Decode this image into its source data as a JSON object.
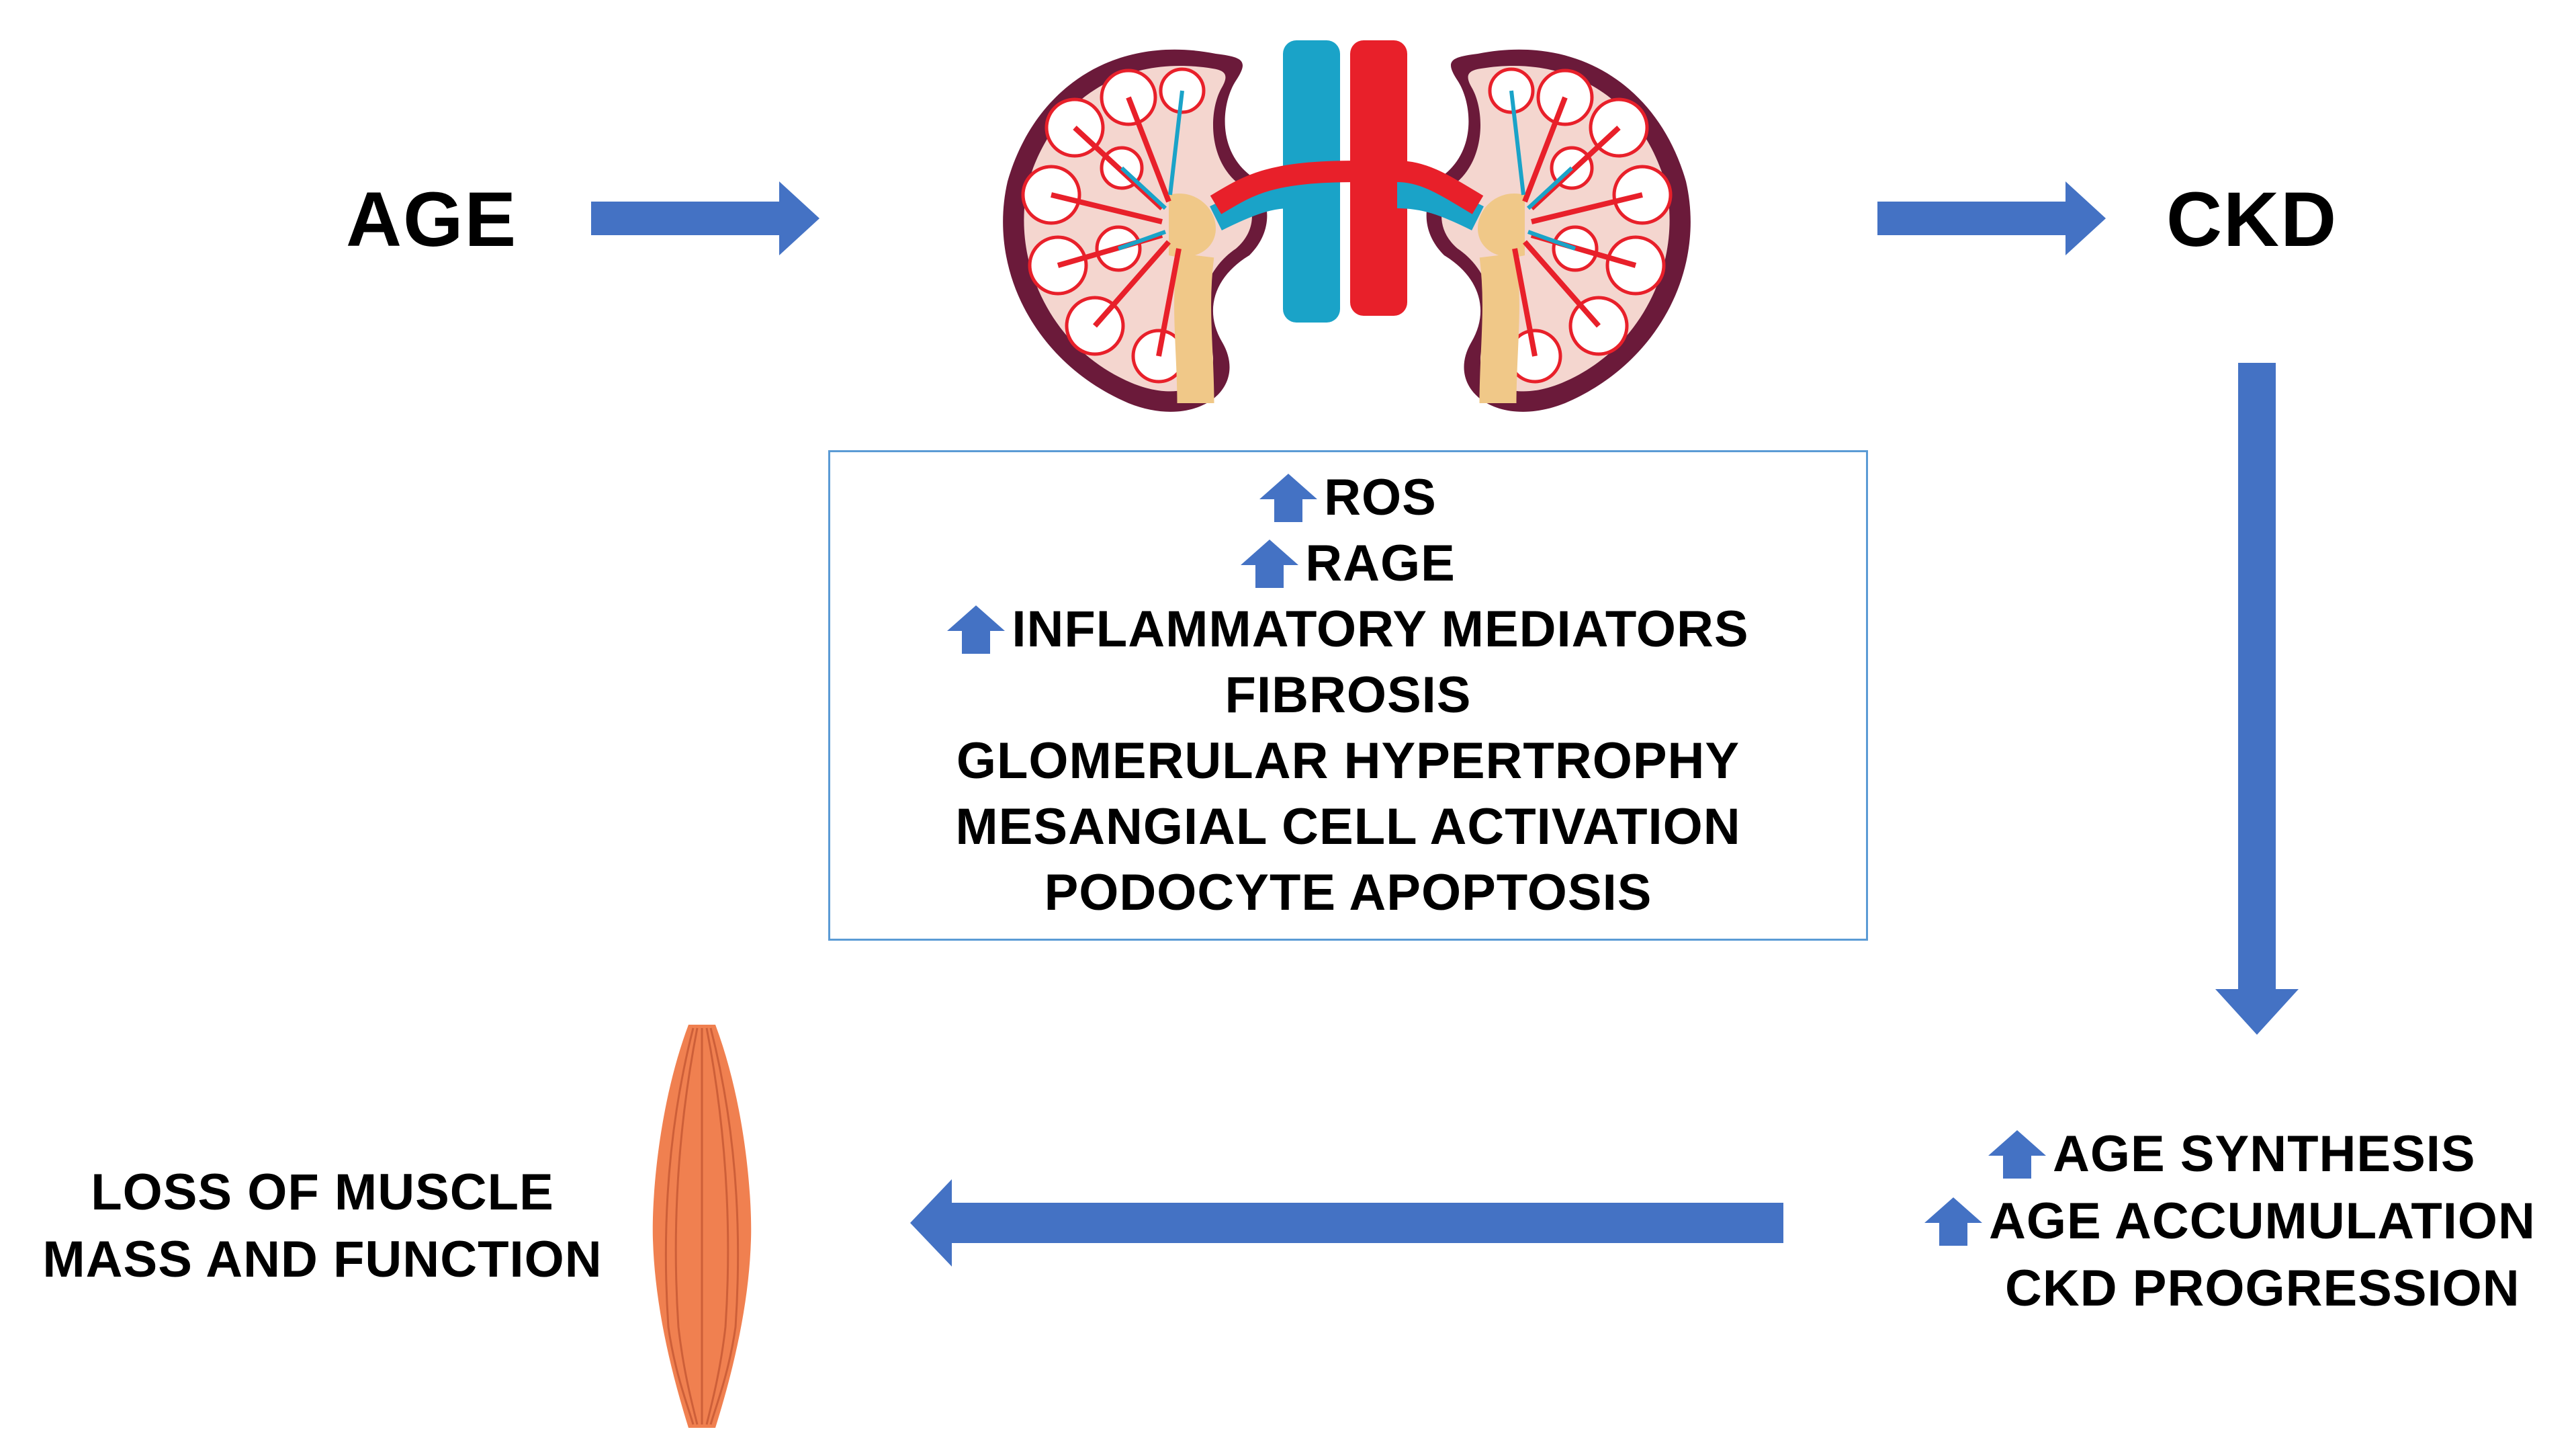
{
  "colors": {
    "arrow": "#4472c4",
    "box_border": "#5b9bd5",
    "text": "#000000",
    "muscle": "#f08050",
    "kidney_red": "#e8202a",
    "vein_blue": "#1aa3c8",
    "kidney_tissue": "#f4d6cf",
    "kidney_capsule": "#6b1a3a",
    "ureter": "#f0c888"
  },
  "nodes": {
    "age": "AGE",
    "ckd": "CKD",
    "loss_line1": "LOSS OF MUSCLE",
    "loss_line2": "MASS AND FUNCTION"
  },
  "box_items": [
    {
      "text": "ROS",
      "up_icon": true
    },
    {
      "text": "RAGE",
      "up_icon": true
    },
    {
      "text": "INFLAMMATORY MEDIATORS",
      "up_icon": true
    },
    {
      "text": "FIBROSIS",
      "up_icon": false
    },
    {
      "text": "GLOMERULAR HYPERTROPHY",
      "up_icon": false
    },
    {
      "text": "MESANGIAL CELL ACTIVATION",
      "up_icon": false
    },
    {
      "text": "PODOCYTE APOPTOSIS",
      "up_icon": false
    }
  ],
  "ckd_effects": [
    {
      "text": "AGE SYNTHESIS",
      "up_icon": true
    },
    {
      "text": "AGE ACCUMULATION",
      "up_icon": true
    },
    {
      "text": "CKD PROGRESSION",
      "up_icon": false
    }
  ],
  "icons": {
    "up": "up-arrow-icon",
    "kidneys": "kidneys-icon",
    "muscle": "muscle-icon"
  }
}
